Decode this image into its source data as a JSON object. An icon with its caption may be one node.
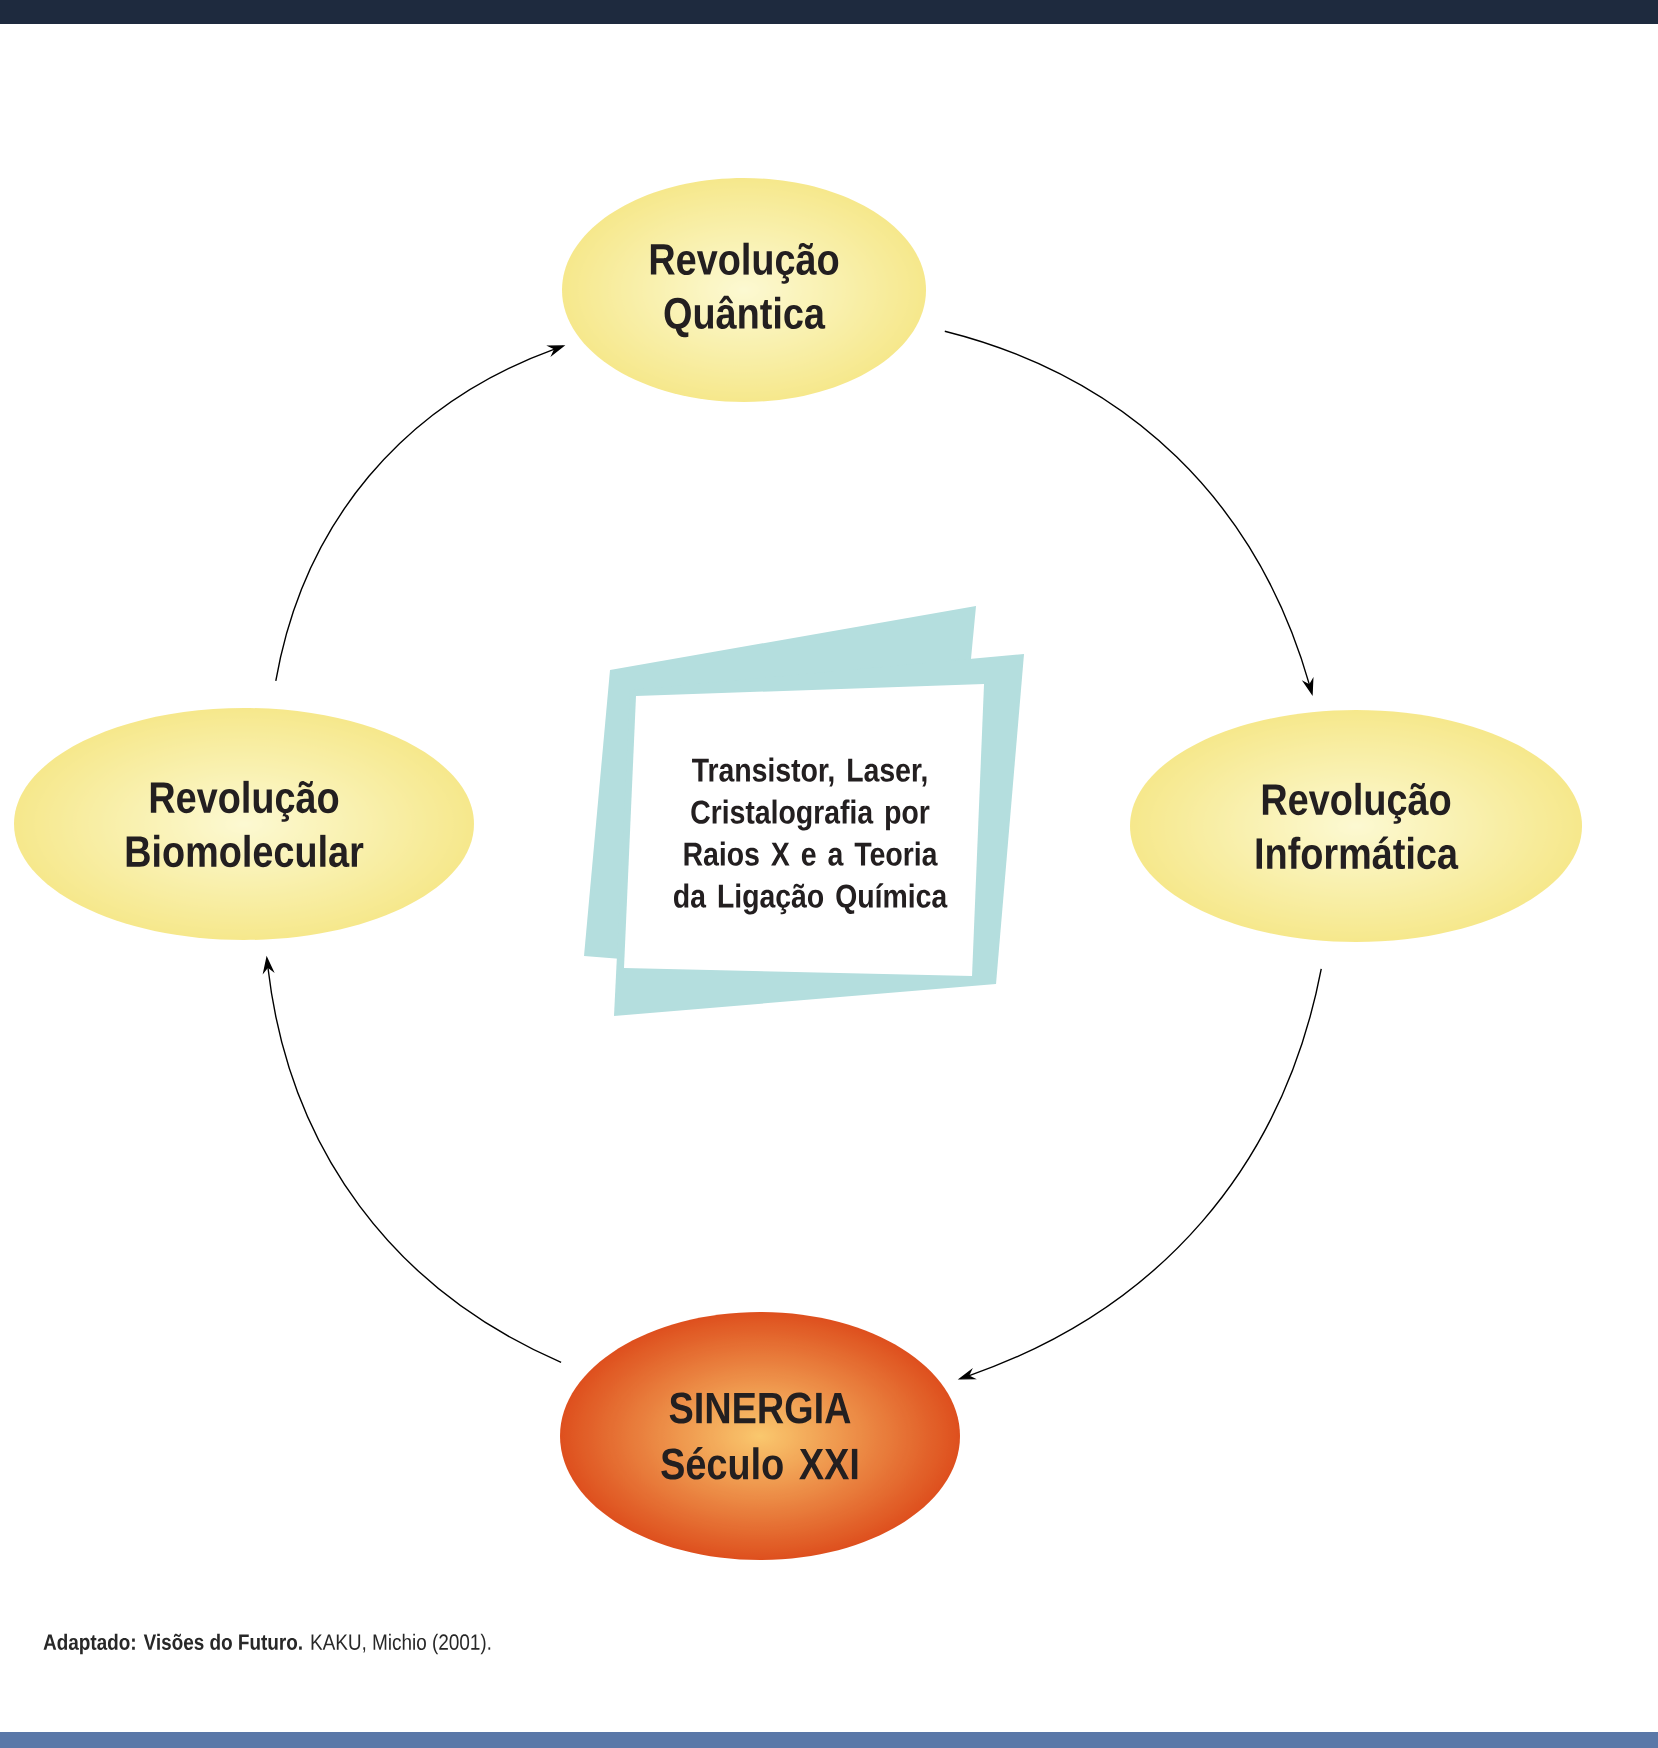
{
  "diagram": {
    "caption": "**Adaptado: Visões do Futuro.** KAKU, Michio (2001).",
    "nodes": [
      {
        "text": [
          "Revolução Quântica"
        ]
      },
      {
        "text": [
          "Revolução Biomolecular"
        ]
      },
      {
        "text": [
          "Transistor, Laser, Cristalografia por Raios X e a Teoria da Ligação Química"
        ]
      },
      {
        "text": [
          "Revolução Informática"
        ]
      },
      {
        "text": [
          "SINERGIA Século XXI"
        ]
      }
    ],
    "edges": [
      {
        "from": 1,
        "to": 0,
        "arrow": "to"
      },
      {
        "from": 0,
        "to": 3,
        "arrow": "to"
      },
      {
        "from": 3,
        "to": 4,
        "arrow": "to"
      },
      {
        "from": 4,
        "to": 1,
        "arrow": "to"
      }
    ]
  }
}
